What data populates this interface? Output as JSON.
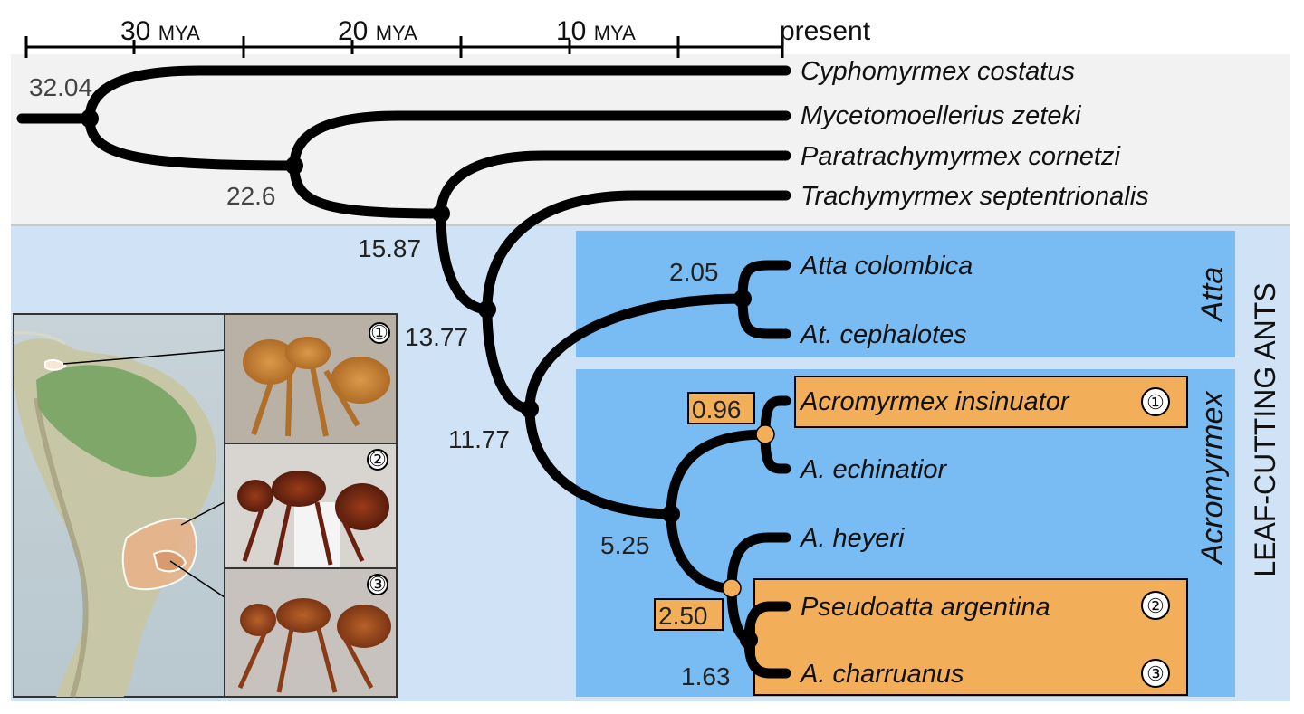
{
  "axis": {
    "ticks": [
      {
        "num": "30",
        "unit": "MYA"
      },
      {
        "num": "20",
        "unit": "MYA"
      },
      {
        "num": "10",
        "unit": "MYA"
      }
    ],
    "present_label": "present"
  },
  "taxa": [
    "Cyphomyrmex costatus",
    "Mycetomoellerius zeteki",
    "Paratrachymyrmex cornetzi",
    "Trachymyrmex septentrionalis",
    "Atta colombica",
    "At. cephalotes",
    "Acromyrmex insinuator",
    "A. echinatior",
    "A. heyeri",
    "Pseudoatta argentina",
    "A. charruanus"
  ],
  "node_ages": [
    "32.04",
    "22.6",
    "15.87",
    "13.77",
    "11.77",
    "5.25",
    "2.05",
    "1.63"
  ],
  "highlight_ages": [
    "0.96",
    "2.50"
  ],
  "clades": {
    "atta": "Atta",
    "acromyrmex": "Acromyrmex",
    "group": "LEAF-CUTTING ANTS"
  },
  "markers": [
    "①",
    "②",
    "③"
  ],
  "colors": {
    "outgroup_band": "#f2f2f2",
    "ingroup_band": "#cfe2f6",
    "clade_box": "#78bcf3",
    "parasite_box": "#f3ae5a",
    "branch": "#000000"
  }
}
